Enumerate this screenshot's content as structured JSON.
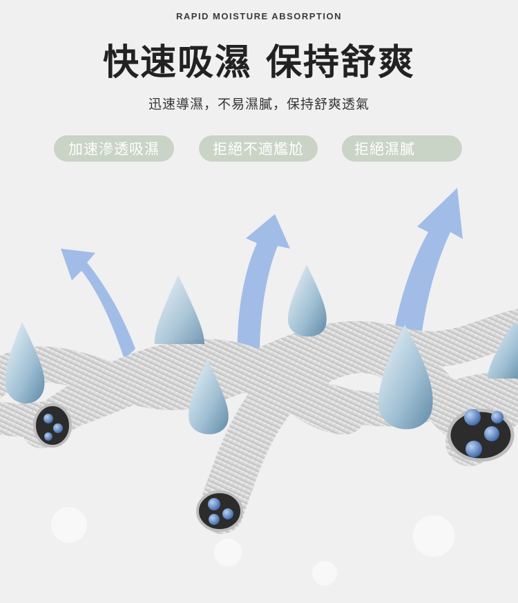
{
  "eyebrow": "RAPID MOISTURE ABSORPTION",
  "title": "快速吸濕 保持舒爽",
  "subtitle": "迅速導濕，不易濕膩，保持舒爽透氣",
  "pills": [
    "加速滲透吸濕",
    "拒絕不適尷尬",
    "拒絕濕膩"
  ],
  "colors": {
    "background": "#f0f0f1",
    "pill": "#c9d3c6",
    "arrow": "#9cb8e6",
    "fiber": "#dcdcdc",
    "droplet": "#8fb0c8"
  },
  "icons": [
    "up-arrow-icon",
    "water-droplet-icon",
    "fiber-strand-icon",
    "moisture-bubble-icon"
  ]
}
